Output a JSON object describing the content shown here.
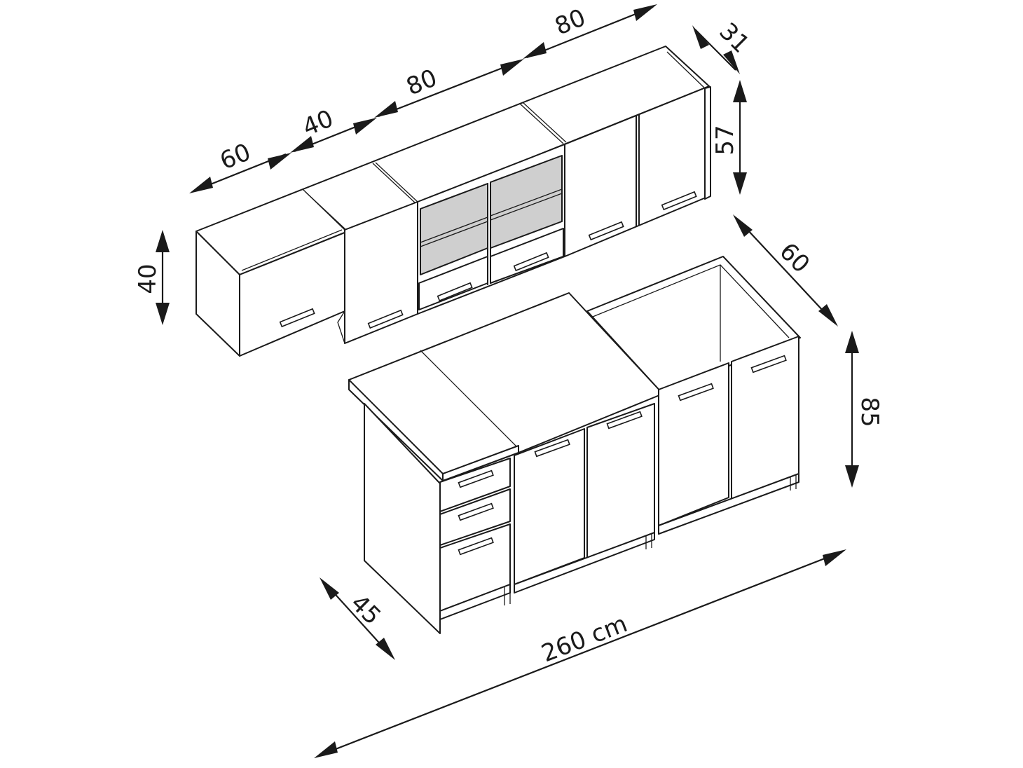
{
  "dimensions": {
    "upper_width_1": "60",
    "upper_width_2": "40",
    "upper_width_3": "80",
    "upper_width_4": "80",
    "upper_depth": "31",
    "upper_height_tall": "57",
    "upper_height_short": "40",
    "base_depth_right": "60",
    "base_height": "85",
    "base_depth_left": "45",
    "total_width": "260 cm"
  },
  "colors": {
    "line": "#1a1a1a",
    "glass": "#cfcfcf",
    "background": "#ffffff"
  }
}
